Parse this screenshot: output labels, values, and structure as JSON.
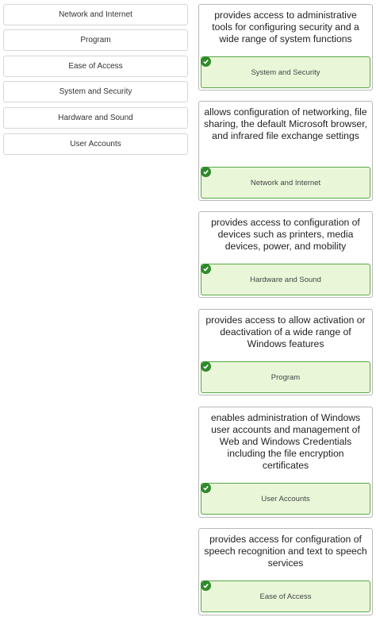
{
  "options": [
    {
      "label": "Network and Internet"
    },
    {
      "label": "Program"
    },
    {
      "label": "Ease of Access"
    },
    {
      "label": "System and Security"
    },
    {
      "label": "Hardware and Sound"
    },
    {
      "label": "User Accounts"
    }
  ],
  "targets": [
    {
      "description": "provides access to administrative tools for configuring security and a wide range of system functions",
      "answer": "System and Security"
    },
    {
      "description": "allows configuration of networking, file sharing, the default Microsoft browser, and infrared file exchange settings",
      "answer": "Network and Internet"
    },
    {
      "description": "provides access to configuration of devices such as printers, media devices, power, and mobility",
      "answer": "Hardware and Sound"
    },
    {
      "description": "provides access to allow activation or deactivation of a wide range of Windows features",
      "answer": "Program"
    },
    {
      "description": "enables administration of Windows user accounts and management of Web and Windows Credentials including the file encryption certificates",
      "answer": "User Accounts"
    },
    {
      "description": "provides access for configuration of speech recognition and text to speech services",
      "answer": "Ease of Access"
    }
  ],
  "colors": {
    "correct_border": "#5aa648",
    "correct_fill": "#e9f7d8",
    "check": "#2f8a2a"
  },
  "icons": {
    "answer_status": "check-circle-icon"
  }
}
